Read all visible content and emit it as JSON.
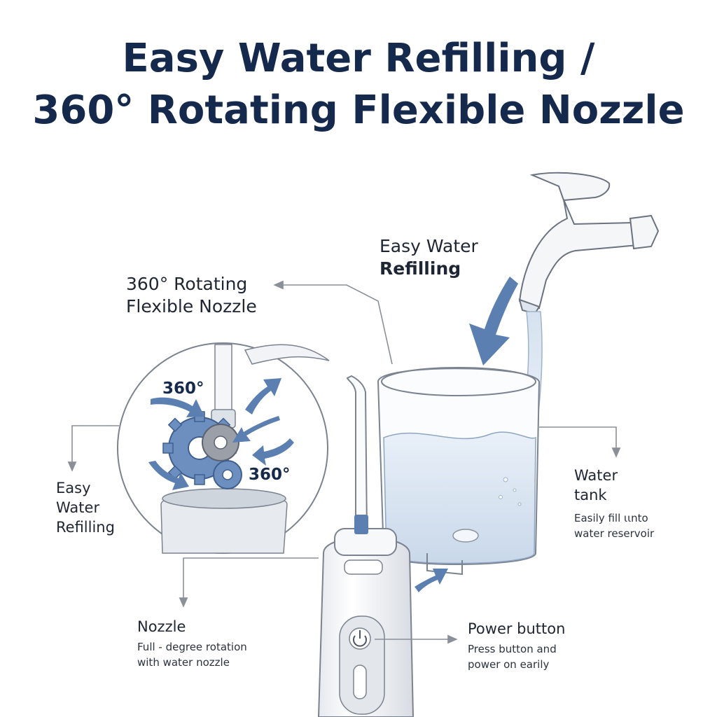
{
  "title": {
    "line1": "Easy Water Refilling /",
    "line2": "360° Rotating Flexible Nozzle"
  },
  "labels": {
    "refilling_top": {
      "line1": "Easy Water",
      "line2": "Refilling"
    },
    "rotating_nozzle": {
      "line1": "360° Rotating",
      "line2": "Flexible Nozzle"
    },
    "refilling_left": {
      "line1": "Easy",
      "line2": "Water",
      "line3": "Refilling"
    },
    "water_tank": {
      "title1": "Water",
      "title2": "tank",
      "desc1": "Easily fill ιιnto",
      "desc2": "water reservoir"
    },
    "nozzle": {
      "title": "Nozzle",
      "desc1": "Full - degree rotation",
      "desc2": "with water nozzle"
    },
    "power_button": {
      "title": "Power button",
      "desc1": "Press button and",
      "desc2": "power on earily"
    }
  },
  "callouts": {
    "deg_upper": "360°",
    "deg_lower": "360°"
  },
  "icons": [
    "faucet-icon",
    "gear-icon",
    "rotation-arrow-icon",
    "power-icon",
    "down-arrow-icon"
  ],
  "colors": {
    "title": "#15294d",
    "accent_blue": "#5a7fb0",
    "line_gray": "#8a8f98",
    "water": "#dfe9f5"
  }
}
